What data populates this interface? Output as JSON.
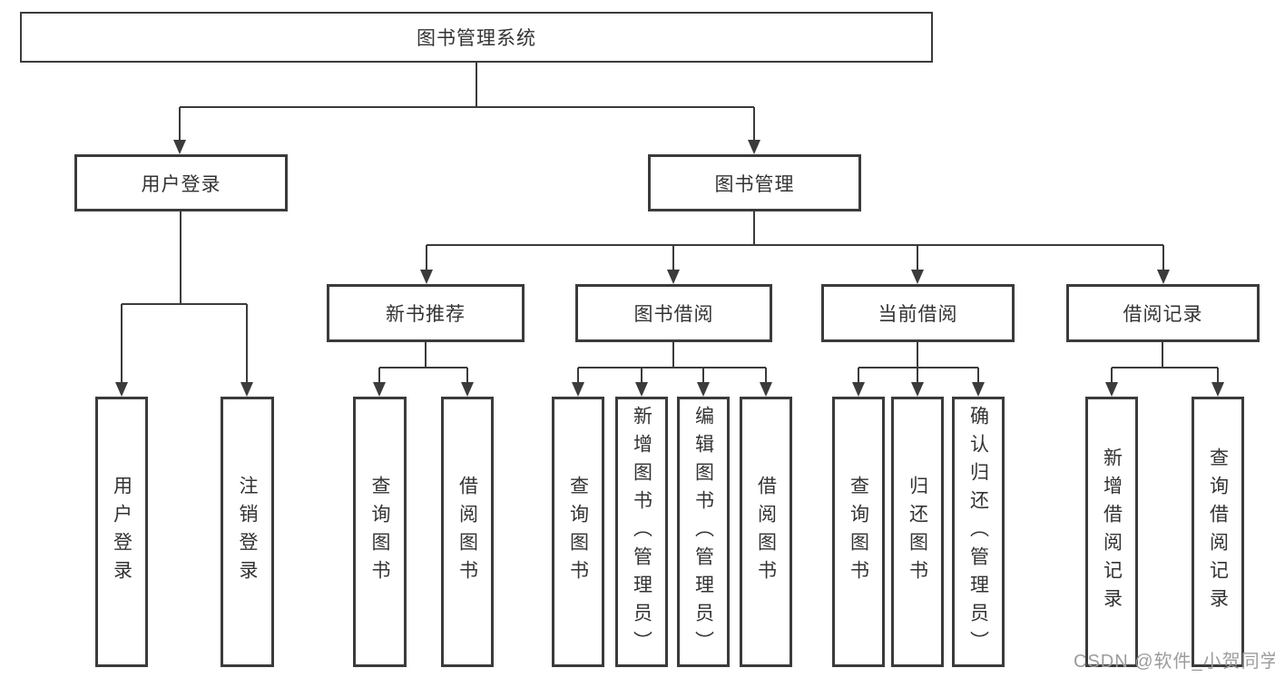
{
  "diagram": {
    "title": "图书管理系统",
    "branches": [
      {
        "label": "用户登录",
        "children": [
          "用户登录",
          "注销登录"
        ]
      },
      {
        "label": "图书管理",
        "modules": [
          {
            "label": "新书推荐",
            "children": [
              "查询图书",
              "借阅图书"
            ]
          },
          {
            "label": "图书借阅",
            "children": [
              "查询图书",
              "新增图书（管理员）",
              "编辑图书（管理员）",
              "借阅图书"
            ]
          },
          {
            "label": "当前借阅",
            "children": [
              "查询图书",
              "归还图书",
              "确认归还（管理员）"
            ]
          },
          {
            "label": "借阅记录",
            "children": [
              "新增借阅记录",
              "查询借阅记录"
            ]
          }
        ]
      }
    ]
  },
  "watermark": "CSDN @软件_小贺同学",
  "colors": {
    "line": "#3b3b3b",
    "text": "#333333",
    "watermark": "#9c9c9c",
    "background": "#ffffff"
  }
}
